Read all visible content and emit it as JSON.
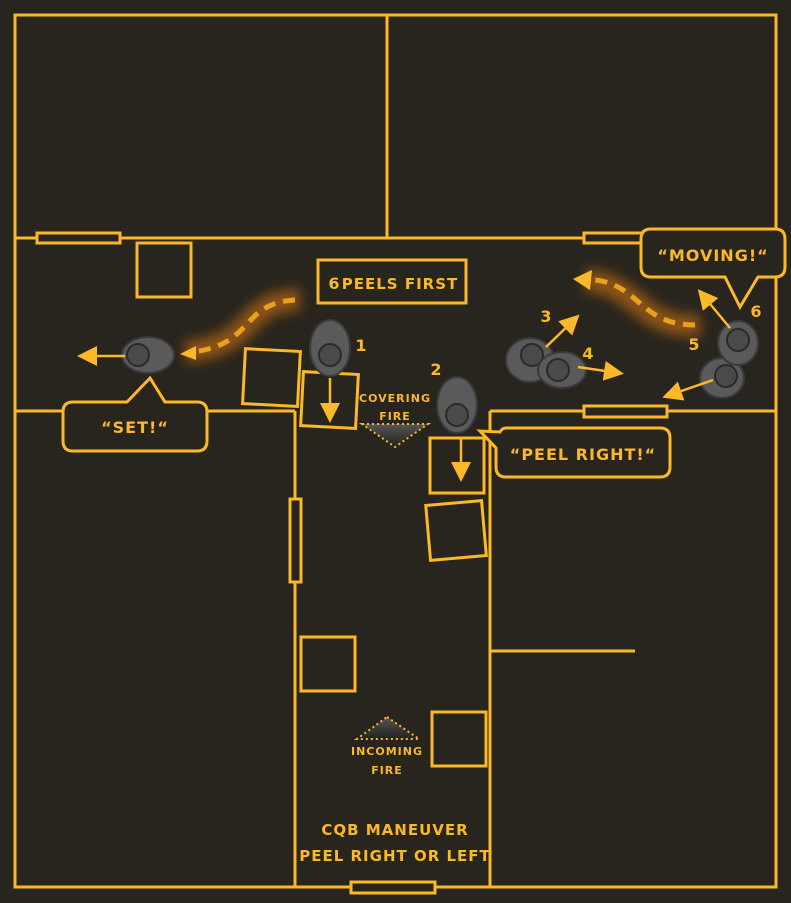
{
  "title_lines": [
    "CQB MANEUVER",
    "PEEL RIGHT OR LEFT"
  ],
  "peels_first": {
    "number": "6",
    "text": "PEELS FIRST"
  },
  "bubbles": {
    "moving": "“MOVING!“",
    "set": "“SET!“",
    "peel_right": "“PEEL RIGHT!“"
  },
  "covering_fire": [
    "COVERING",
    "FIRE"
  ],
  "incoming_fire": [
    "INCOMING",
    "FIRE"
  ],
  "soldier_numbers": [
    "1",
    "2",
    "3",
    "4",
    "5",
    "6"
  ],
  "colors": {
    "background": "#28251e",
    "accent": "#fbb829",
    "path_glow": "#e07a10"
  }
}
